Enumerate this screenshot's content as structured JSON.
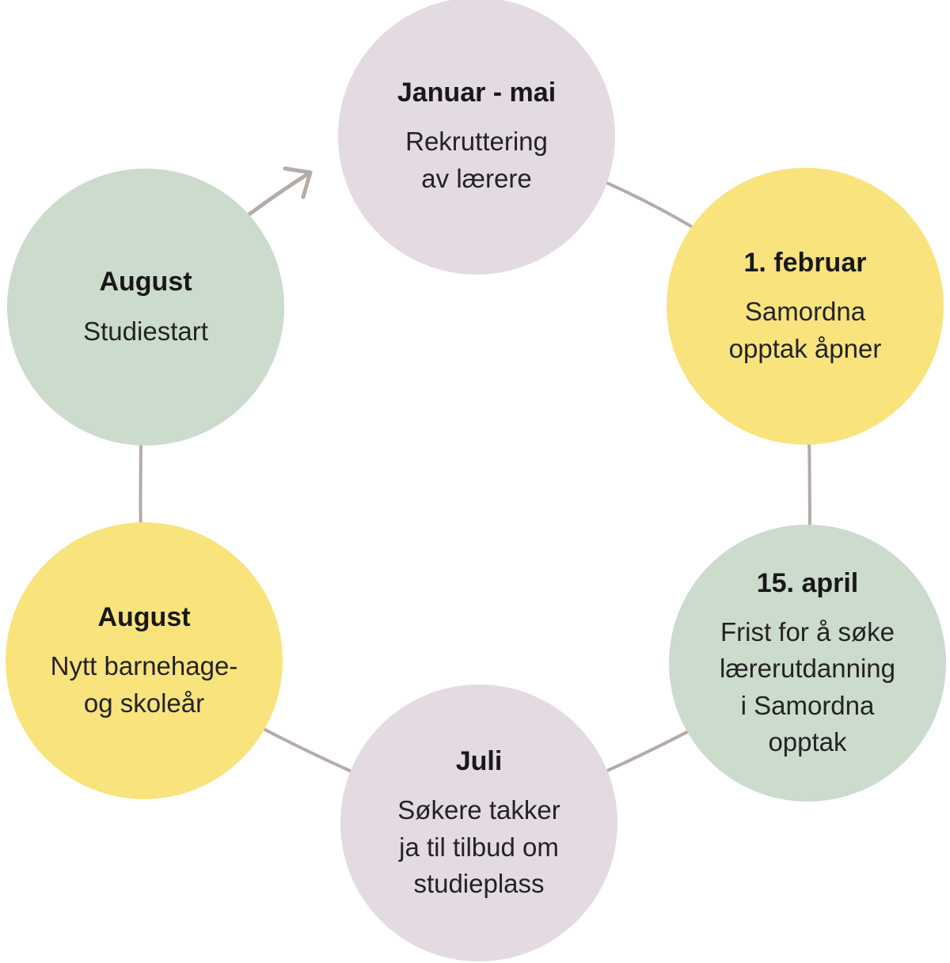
{
  "palette": {
    "lavender": "#e3dae2",
    "yellow": "#f9e37d",
    "green": "#cbdbcc",
    "connector": "#b5aba7",
    "heading_text": "#181818",
    "body_text": "#232323"
  },
  "icons": {
    "cycle_arrow": "arrow-up-right-icon"
  },
  "circles": [
    {
      "heading": "Januar - mai",
      "body": "Rekruttering\nav lærere",
      "fill": "#e3dae2"
    },
    {
      "heading": "1. februar",
      "body": "Samordna\nopptak åpner",
      "fill": "#f9e37d"
    },
    {
      "heading": "15. april",
      "body": "Frist for å søke\nlærerutdanning\ni Samordna\nopptak",
      "fill": "#cbdbcc"
    },
    {
      "heading": "Juli",
      "body": "Søkere takker\nja til tilbud om\nstudieplass",
      "fill": "#e3dae2"
    },
    {
      "heading": "August",
      "body": "Nytt barnehage-\nog skoleår",
      "fill": "#f9e37d"
    },
    {
      "heading": "August",
      "body": "Studiestart",
      "fill": "#cbdbcc"
    }
  ]
}
